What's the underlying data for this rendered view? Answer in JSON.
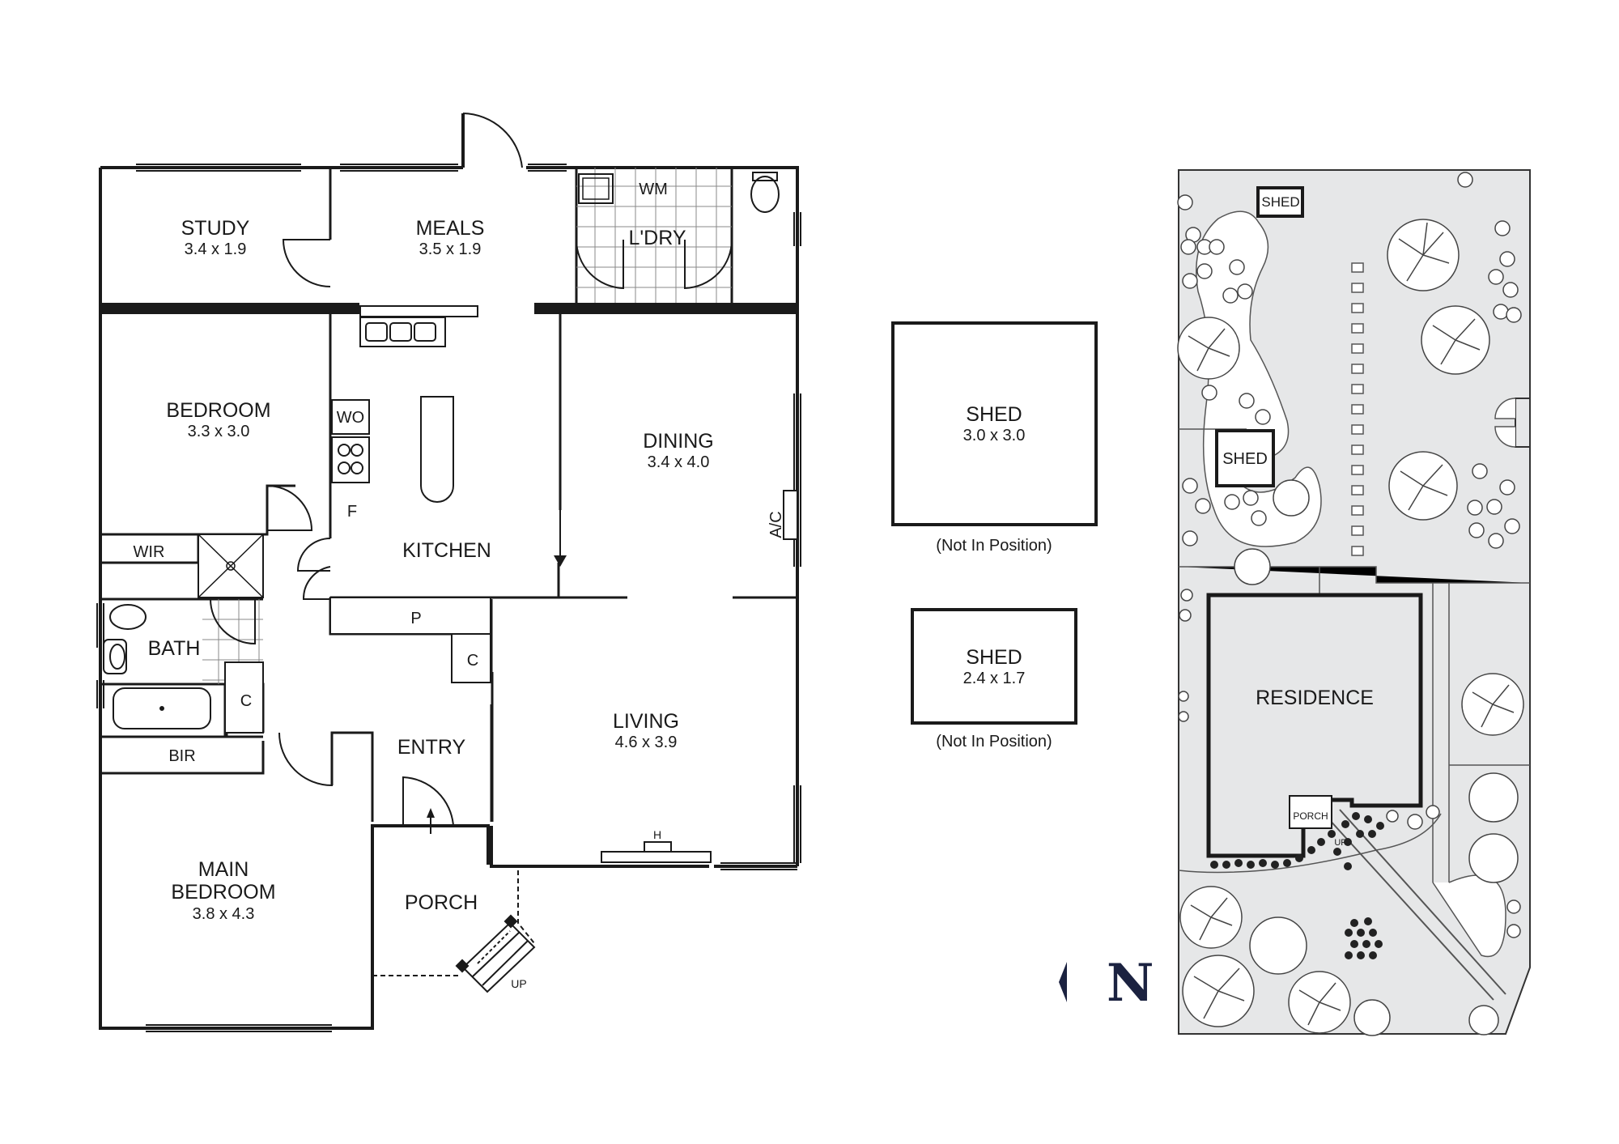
{
  "plan": {
    "rooms": {
      "study": {
        "name": "STUDY",
        "dim": "3.4 x 1.9"
      },
      "meals": {
        "name": "MEALS",
        "dim": "3.5 x 1.9"
      },
      "laundry": {
        "name": "L'DRY",
        "wm": "WM"
      },
      "bedroom": {
        "name": "BEDROOM",
        "dim": "3.3 x 3.0"
      },
      "dining": {
        "name": "DINING",
        "dim": "3.4 x 4.0"
      },
      "kitchen": {
        "name": "KITCHEN"
      },
      "wir": {
        "name": "WIR"
      },
      "bath": {
        "name": "BATH"
      },
      "bir": {
        "name": "BIR"
      },
      "living": {
        "name": "LIVING",
        "dim": "4.6 x 3.9"
      },
      "entry": {
        "name": "ENTRY"
      },
      "main_bedroom": {
        "name_line1": "MAIN",
        "name_line2": "BEDROOM",
        "dim": "3.8 x 4.3"
      },
      "porch": {
        "name": "PORCH"
      }
    },
    "fixtures": {
      "wo": "WO",
      "f": "F",
      "p": "P",
      "c_kitchen": "C",
      "c_bath": "C",
      "ac": "A/C",
      "h": "H",
      "up": "UP"
    }
  },
  "sheds": [
    {
      "name": "SHED",
      "dim": "3.0 x 3.0",
      "note": "(Not In Position)"
    },
    {
      "name": "SHED",
      "dim": "2.4 x 1.7",
      "note": "(Not In Position)"
    }
  ],
  "site": {
    "residence": "RESIDENCE",
    "shed_top": "SHED",
    "shed_mid": "SHED",
    "porch": "PORCH",
    "up": "UP"
  },
  "compass": {
    "letter": "N"
  }
}
